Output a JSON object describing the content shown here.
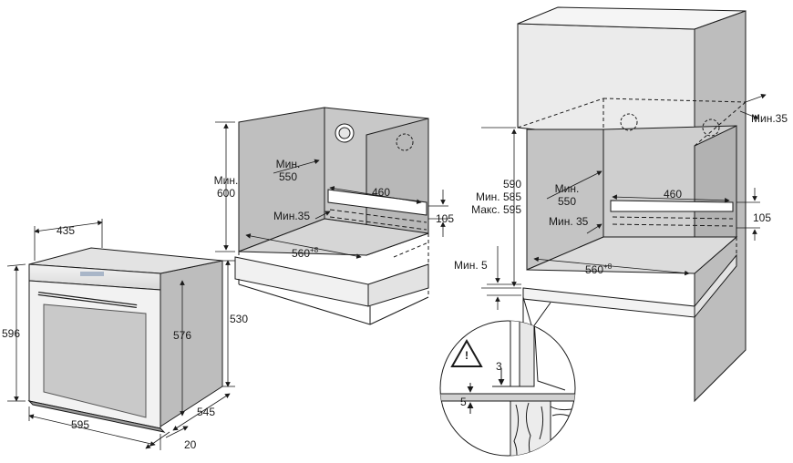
{
  "oven": {
    "width_top": "435",
    "height": "596",
    "width_front": "595",
    "front_depth": "20",
    "body_height": "576",
    "cavity_height": "530",
    "depth": "545"
  },
  "under_counter": {
    "min_label": "Мин.",
    "niche_depth": "550",
    "niche_height": "600",
    "vent_width": "460",
    "vent_height": "105",
    "vent_gap": "Мин.35",
    "niche_width": "560",
    "niche_width_tol": "+8"
  },
  "column": {
    "clearance_right": "Мин.35",
    "height_590": "590",
    "height_min": "Мин. 585",
    "height_max": "Макс. 595",
    "min_label": "Мин.",
    "niche_depth": "550",
    "vent_width": "460",
    "vent_height": "105",
    "vent_gap": "Мин. 35",
    "base_gap": "Мин. 5",
    "niche_width": "560",
    "niche_width_tol": "+8"
  },
  "detail": {
    "warning_symbol": "!",
    "gap_top": "3",
    "gap_bottom": "5"
  }
}
